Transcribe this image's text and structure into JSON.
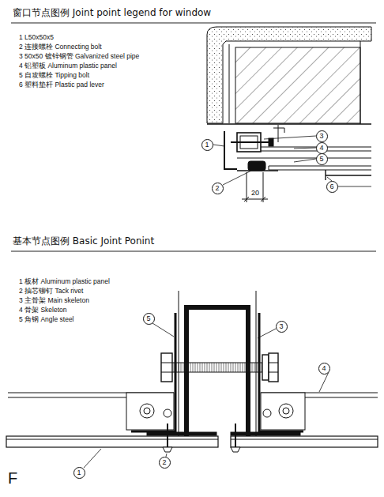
{
  "diagram": {
    "nodes": [
      {
        "text": [
          "3"
        ]
      },
      {
        "text": [
          "1"
        ]
      },
      {
        "text": [
          "4"
        ]
      },
      {
        "text": [
          "5"
        ]
      },
      {
        "text": [
          "6"
        ]
      },
      {
        "text": [
          "2"
        ]
      },
      {
        "text": [
          "5"
        ]
      },
      {
        "text": [
          "3"
        ]
      },
      {
        "text": [
          "4"
        ]
      },
      {
        "text": [
          "2"
        ]
      },
      {
        "text": [
          "1"
        ]
      }
    ],
    "labels": [
      "窗口节点图例 Joint point legend for window",
      "1 L50x50x5",
      "2 连接螺栓 Connecting bolt",
      "3 50x50 镀锌钢管 Galvanized steel pipe",
      "4 铝塑板 Aluminum plastic panel",
      "5 自攻螺栓 Tipping bolt",
      "6 塑料垫杆 Plastic pad lever",
      "20",
      "基本节点图例 Basic Joint Ponint",
      "1 板材 Aluminum plastic panel",
      "2 抽芯铆钉 Tack rivet",
      "3 主骨架 Main skeleton",
      "4 骨架 Skeleton",
      "5 角钢 Angle steel",
      "F"
    ]
  }
}
